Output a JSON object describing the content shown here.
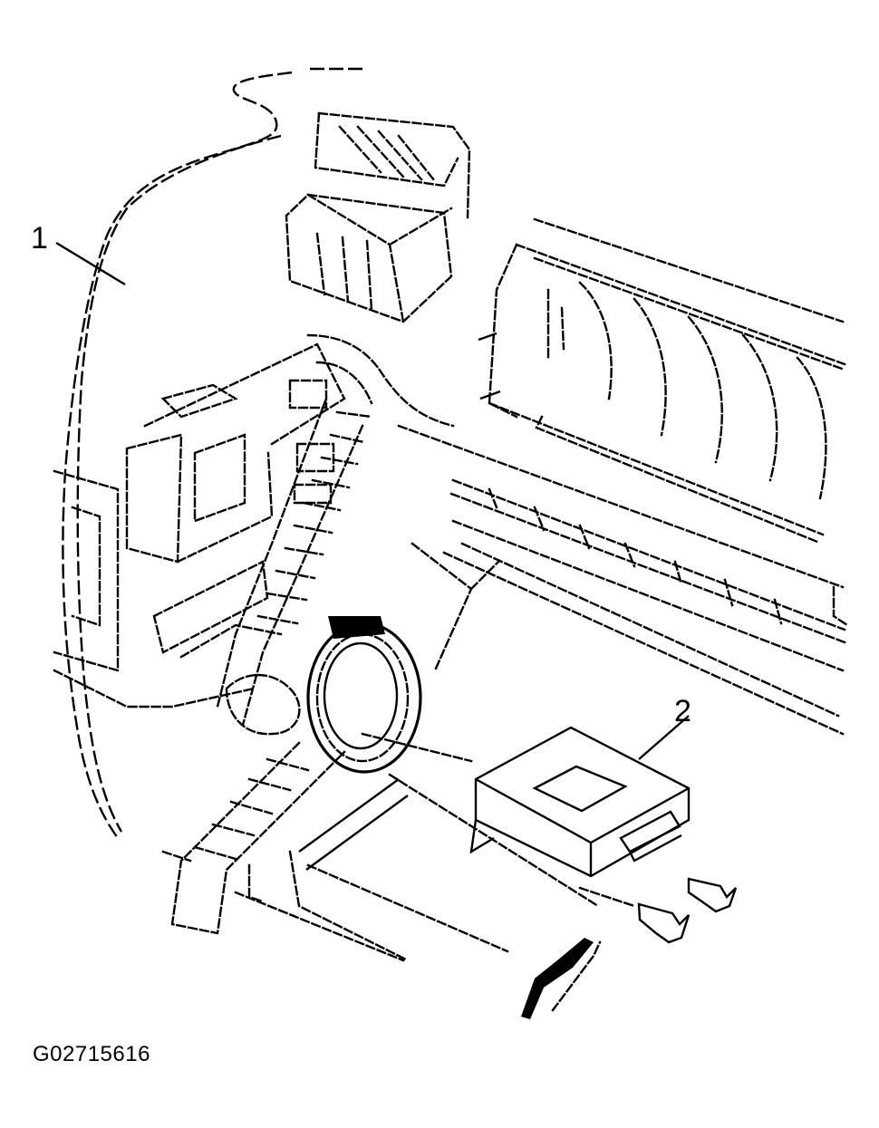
{
  "callouts": [
    {
      "id": "1",
      "label": "1"
    },
    {
      "id": "2",
      "label": "2"
    }
  ],
  "figure_id": "G02715616"
}
